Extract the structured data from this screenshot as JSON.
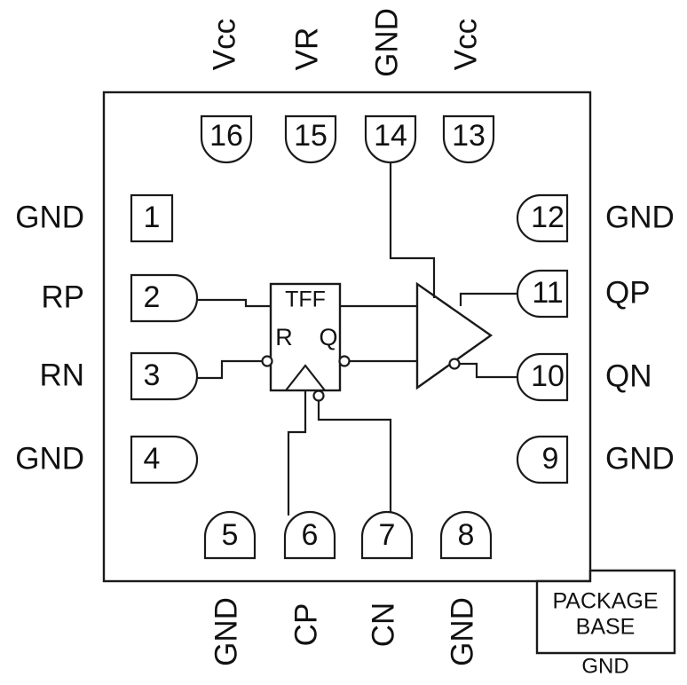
{
  "diagram": {
    "kind": "ic-pin-configuration",
    "package_pin_count": 16,
    "colors": {
      "line": "#1a1a1a",
      "text": "#111111",
      "background": "#ffffff"
    }
  },
  "pins": {
    "left": [
      {
        "number": "1",
        "label": "GND",
        "shape": "square",
        "connected": false
      },
      {
        "number": "2",
        "label": "RP",
        "shape": "d-right",
        "connected": true
      },
      {
        "number": "3",
        "label": "RN",
        "shape": "d-right",
        "connected": true
      },
      {
        "number": "4",
        "label": "GND",
        "shape": "d-right",
        "connected": false
      }
    ],
    "right": [
      {
        "number": "12",
        "label": "GND",
        "shape": "d-left",
        "connected": false
      },
      {
        "number": "11",
        "label": "QP",
        "shape": "d-left",
        "connected": true
      },
      {
        "number": "10",
        "label": "QN",
        "shape": "d-left",
        "connected": true
      },
      {
        "number": "9",
        "label": "GND",
        "shape": "d-left",
        "connected": false
      }
    ],
    "top": [
      {
        "number": "16",
        "label": "Vcc",
        "shape": "d-bottom",
        "connected": false
      },
      {
        "number": "15",
        "label": "VR",
        "shape": "d-bottom",
        "connected": false
      },
      {
        "number": "14",
        "label": "GND",
        "shape": "d-bottom",
        "connected": true
      },
      {
        "number": "13",
        "label": "Vcc",
        "shape": "d-bottom",
        "connected": false
      }
    ],
    "bottom": [
      {
        "number": "5",
        "label": "GND",
        "shape": "d-top",
        "connected": false
      },
      {
        "number": "6",
        "label": "CP",
        "shape": "d-top",
        "connected": true
      },
      {
        "number": "7",
        "label": "CN",
        "shape": "d-top",
        "connected": true
      },
      {
        "number": "8",
        "label": "GND",
        "shape": "d-top",
        "connected": false
      }
    ]
  },
  "blocks": {
    "tff": {
      "title": "TFF",
      "port_r": "R",
      "port_q": "Q",
      "has_clock_triangle": true,
      "inverting_bubbles": [
        "r-input",
        "q-output",
        "clock-inverted"
      ]
    },
    "buffer": {
      "type": "differential-output-buffer",
      "outputs": [
        "QP",
        "QN"
      ],
      "inverting_bubble_on": "qn-output"
    }
  },
  "package_base": {
    "line1": "PACKAGE",
    "line2": "BASE",
    "net": "GND"
  }
}
